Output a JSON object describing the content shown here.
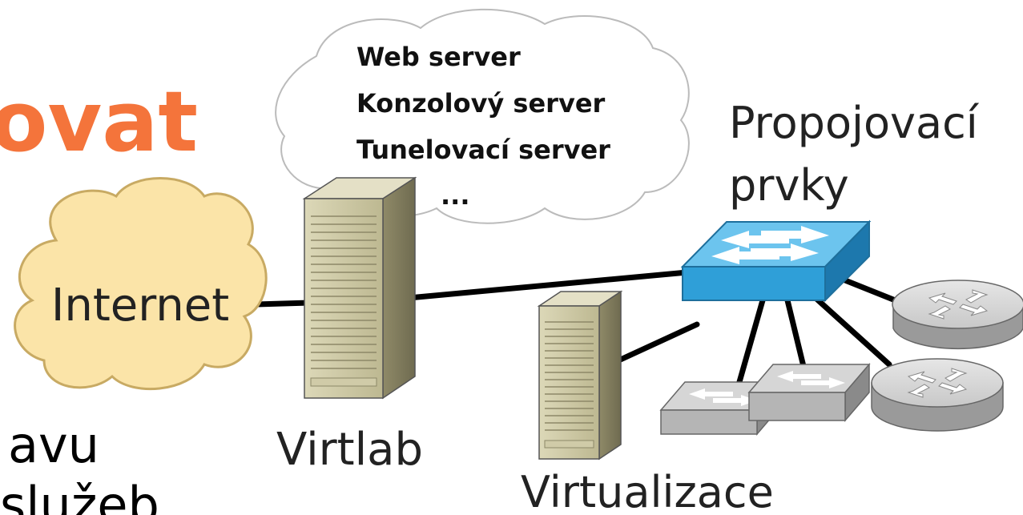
{
  "fragments": {
    "heading": "ovat",
    "line1": "avu",
    "line2": "služeb"
  },
  "labels": {
    "internet": "Internet",
    "virtlab": "Virtlab",
    "virtualization": "Virtualizace",
    "interconnect_line1": "Propojovací",
    "interconnect_line2": "prvky"
  },
  "services": [
    "Web server",
    "Konzolový server",
    "Tunelovací server",
    "..."
  ],
  "colors": {
    "heading": "#f4743b",
    "internet_cloud_fill": "#fbe4a8",
    "internet_cloud_stroke": "#c8aa63",
    "server_fill": "#c9c4a0",
    "switch_blue": "#2f9fd8",
    "device_gray": "#aaaaaa"
  },
  "icons": [
    "internet-cloud",
    "server-tower",
    "network-switch",
    "router"
  ]
}
